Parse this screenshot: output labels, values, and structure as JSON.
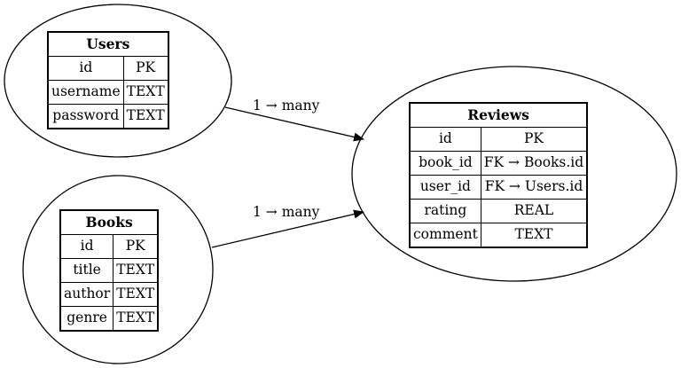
{
  "entities": {
    "users": {
      "title": "Users",
      "rows": [
        {
          "field": "id",
          "type": "PK"
        },
        {
          "field": "username",
          "type": "TEXT"
        },
        {
          "field": "password",
          "type": "TEXT"
        }
      ]
    },
    "books": {
      "title": "Books",
      "rows": [
        {
          "field": "id",
          "type": "PK"
        },
        {
          "field": "title",
          "type": "TEXT"
        },
        {
          "field": "author",
          "type": "TEXT"
        },
        {
          "field": "genre",
          "type": "TEXT"
        }
      ]
    },
    "reviews": {
      "title": "Reviews",
      "rows": [
        {
          "field": "id",
          "type": "PK"
        },
        {
          "field": "book_id",
          "type": "FK → Books.id"
        },
        {
          "field": "user_id",
          "type": "FK → Users.id"
        },
        {
          "field": "rating",
          "type": "REAL"
        },
        {
          "field": "comment",
          "type": "TEXT"
        }
      ]
    }
  },
  "edges": [
    {
      "from": "Users",
      "to": "Reviews",
      "label": "1 → many"
    },
    {
      "from": "Books",
      "to": "Reviews",
      "label": "1 → many"
    }
  ]
}
